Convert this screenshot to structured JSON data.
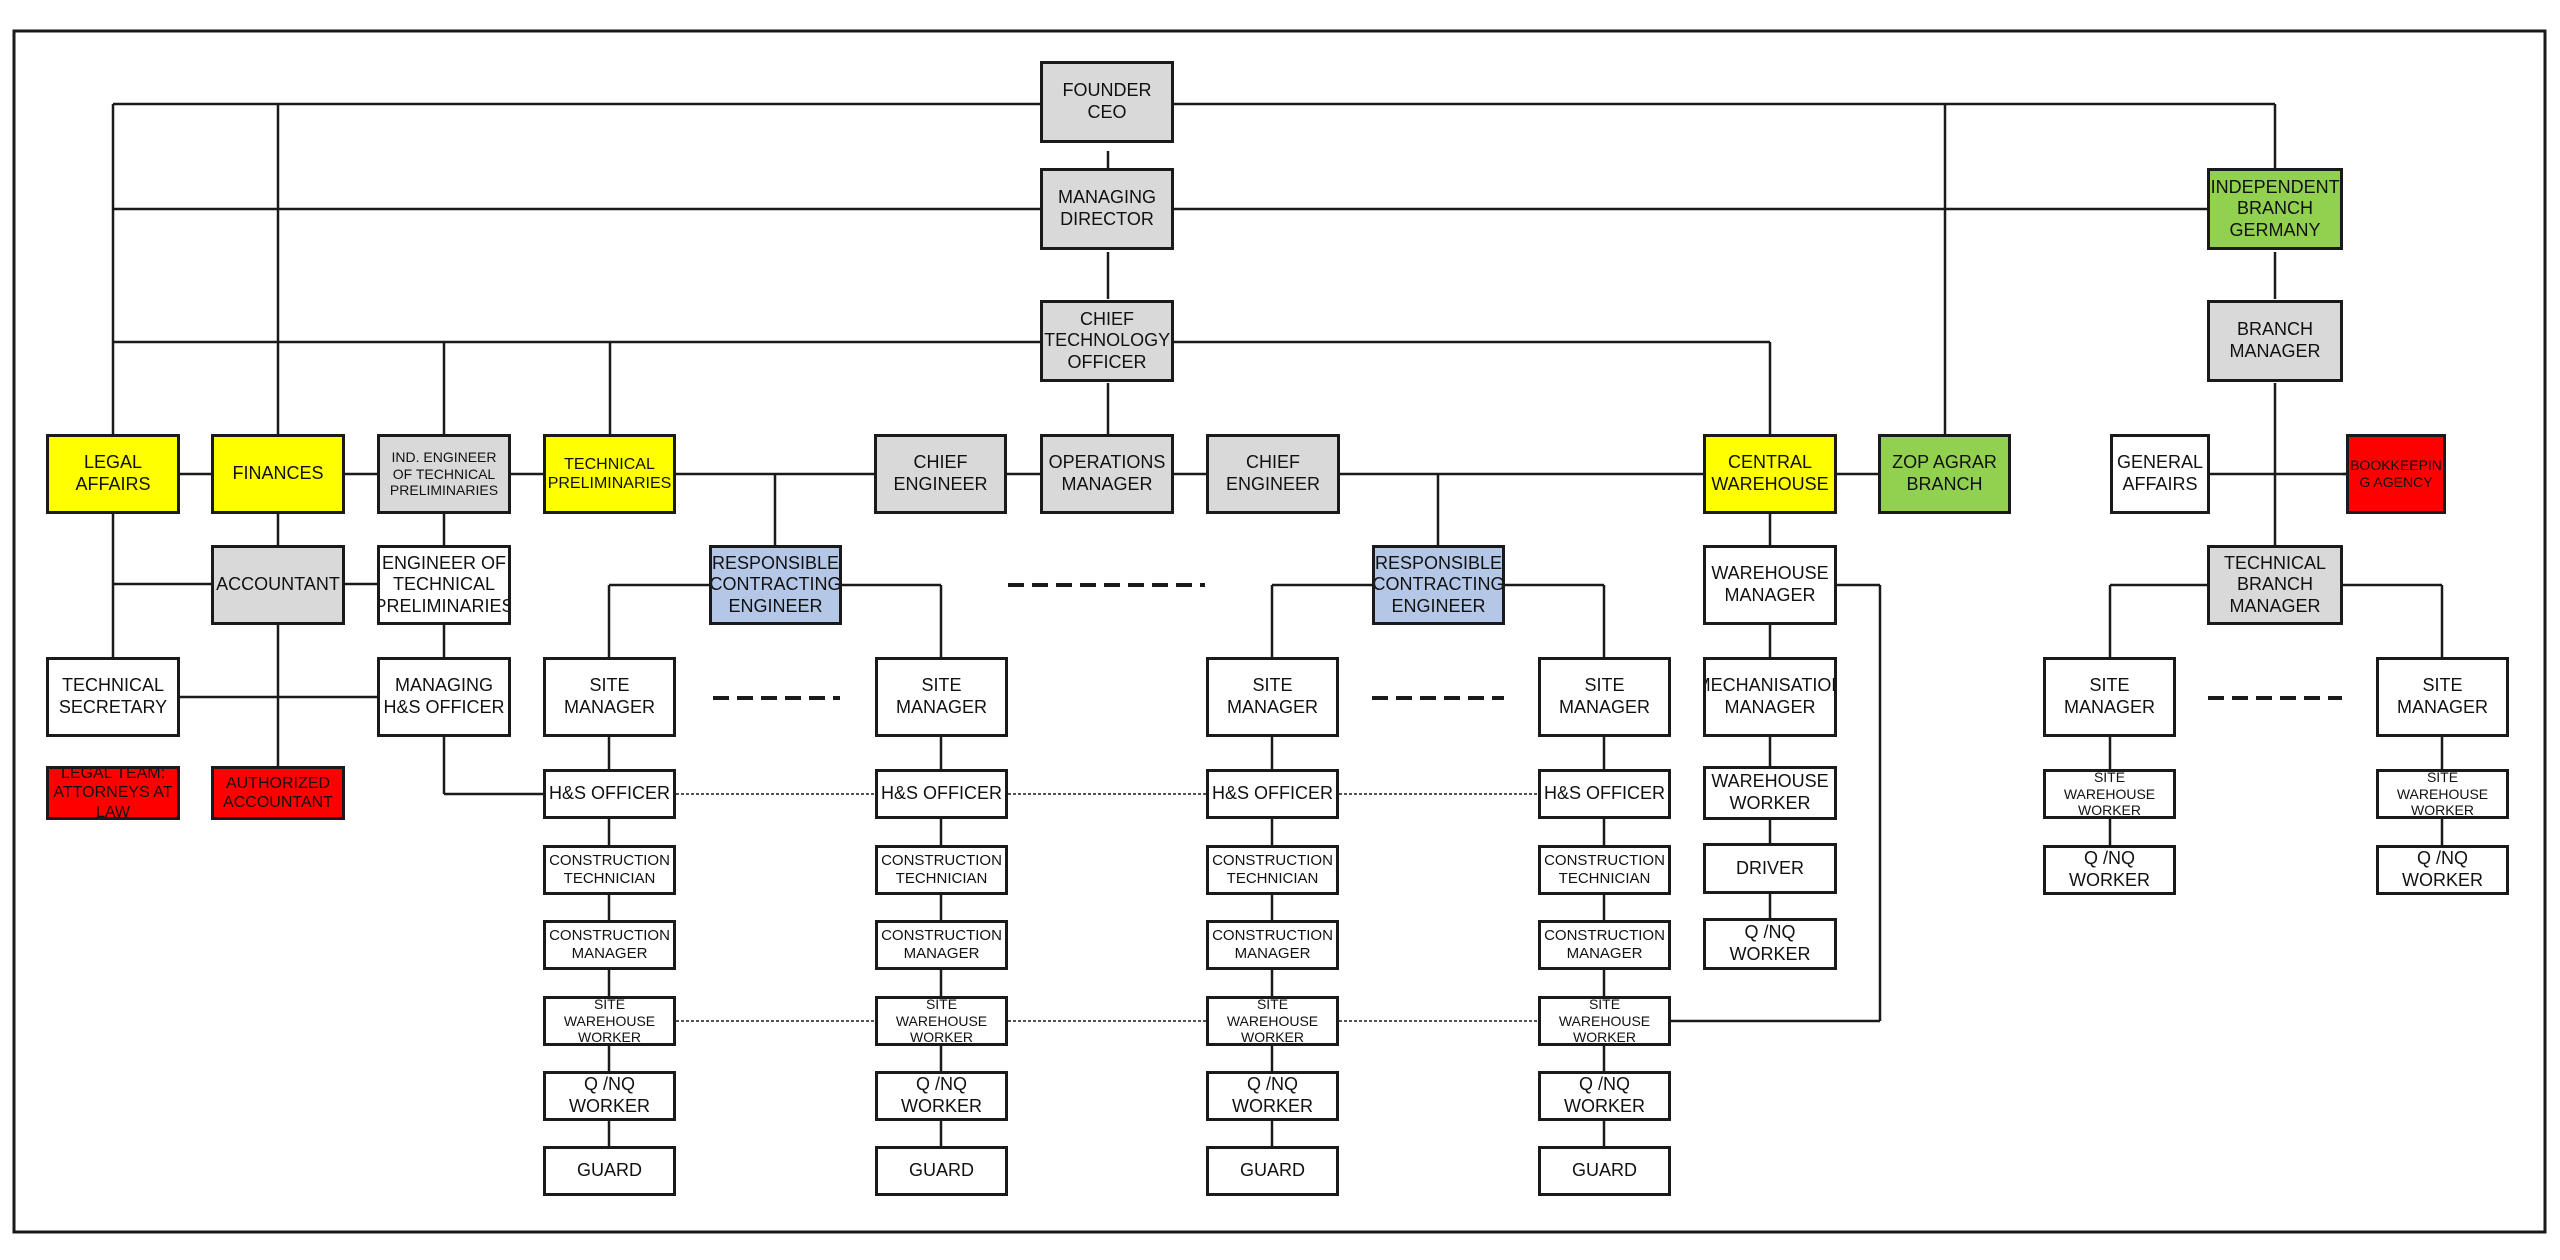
{
  "colors": {
    "gray": "#d9d9d9",
    "white": "#ffffff",
    "yellow": "#ffff00",
    "green": "#92d050",
    "blue": "#b4c7e7",
    "red": "#ff0000",
    "line": "#1a1a1a"
  },
  "nodes": {
    "founder_ceo": "FOUNDER CEO",
    "managing_director": "MANAGING DIRECTOR",
    "chief_technology_officer": "CHIEF TECHNOLOGY OFFICER",
    "independent_branch_germany": "INDEPENDENT BRANCH GERMANY",
    "branch_manager": "BRANCH MANAGER",
    "legal_affairs": "LEGAL AFFAIRS",
    "finances": "FINANCES",
    "ind_engineer_tech_prelim": "IND. ENGINEER OF TECHNICAL PRELIMINARIES",
    "technical_preliminaries": "TECHNICAL PRELIMINARIES",
    "chief_engineer_1": "CHIEF ENGINEER",
    "operations_manager": "OPERATIONS MANAGER",
    "chief_engineer_2": "CHIEF ENGINEER",
    "central_warehouse": "CENTRAL WAREHOUSE",
    "zop_agrar_branch": "ZOP AGRAR BRANCH",
    "general_affairs": "GENERAL AFFAIRS",
    "bookkeeping_agency": "BOOKKEEPIN G AGENCY",
    "accountant": "ACCOUNTANT",
    "engineer_tech_prelim": "ENGINEER OF TECHNICAL PRELIMINARIES",
    "responsible_contracting_engineer_1": "RESPONSIBLE CONTRACTING ENGINEER",
    "responsible_contracting_engineer_2": "RESPONSIBLE CONTRACTING ENGINEER",
    "warehouse_manager": "WAREHOUSE MANAGER",
    "technical_branch_manager": "TECHNICAL BRANCH MANAGER",
    "technical_secretary": "TECHNICAL SECRETARY",
    "managing_hs_officer": "MANAGING H&S OFFICER",
    "legal_team": "LEGAL TEAM: ATTORNEYS AT LAW",
    "authorized_accountant": "AUTHORIZED ACCOUNTANT",
    "mechanisation_manager": "MECHANISATION MANAGER",
    "warehouse_worker": "WAREHOUSE WORKER",
    "driver": "DRIVER",
    "qnq_worker_warehouse": "Q /NQ WORKER"
  },
  "site_column": {
    "site_manager": "SITE MANAGER",
    "hs_officer": "H&S OFFICER",
    "construction_technician": "CONSTRUCTION TECHNICIAN",
    "construction_manager": "CONSTRUCTION MANAGER",
    "site_warehouse_worker": "SITE WAREHOUSE WORKER",
    "qnq_worker": "Q /NQ WORKER",
    "guard": "GUARD"
  },
  "branch_column": {
    "site_manager": "SITE MANAGER",
    "site_warehouse_worker": "SITE WAREHOUSE WORKER",
    "qnq_worker": "Q /NQ WORKER"
  }
}
